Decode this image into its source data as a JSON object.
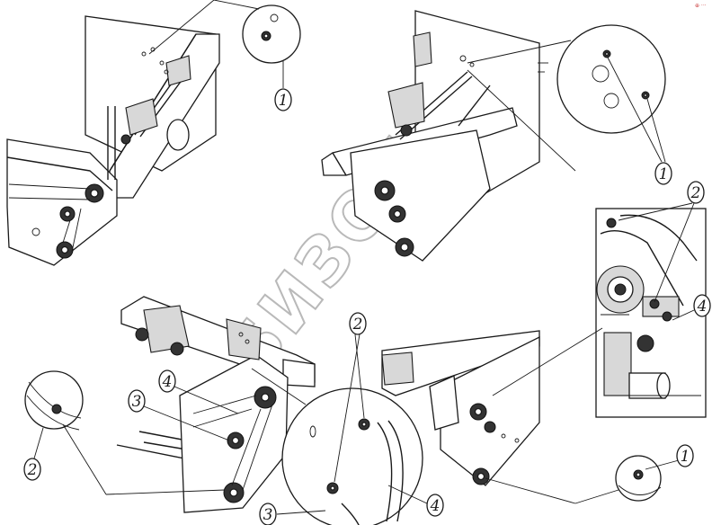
{
  "watermark": "БИЗОН",
  "corner_mark": "⊕ ···",
  "callouts": {
    "c1a": "1",
    "c1b": "1",
    "c1c": "1",
    "c2a": "2",
    "c2b": "2",
    "c2c": "2",
    "c3a": "3",
    "c3b": "3",
    "c4a": "4",
    "c4b": "4",
    "c4c": "4"
  }
}
